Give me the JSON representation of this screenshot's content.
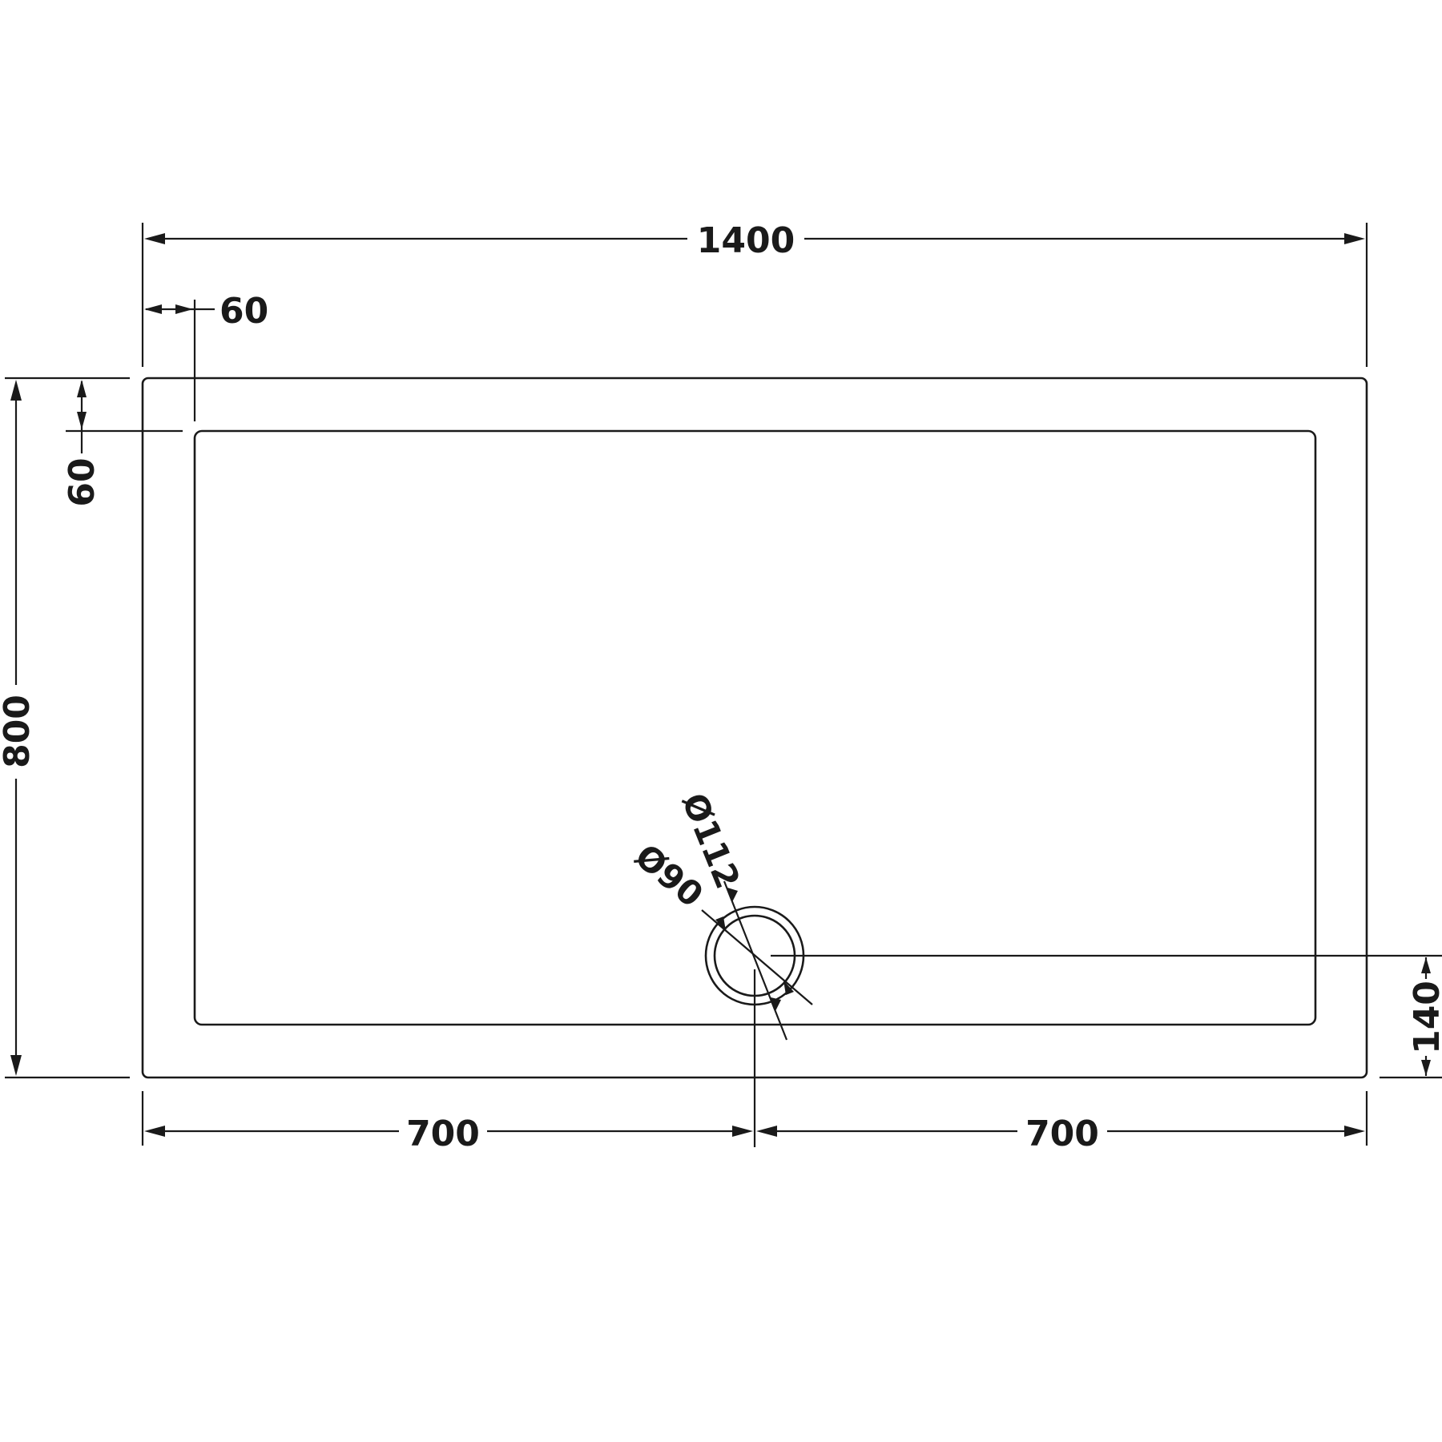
{
  "diagram": {
    "colors": {
      "line": "#1a1a1a",
      "background": "#ffffff"
    },
    "dimensions": {
      "overall_width": "1400",
      "overall_depth": "800",
      "rim_width_top_left": "60",
      "rim_width_left": "60",
      "waste_offset": "140",
      "left_half": "700",
      "right_half": "700",
      "waste_outer_diameter": "Ø112",
      "waste_inner_diameter": "Ø90"
    }
  }
}
